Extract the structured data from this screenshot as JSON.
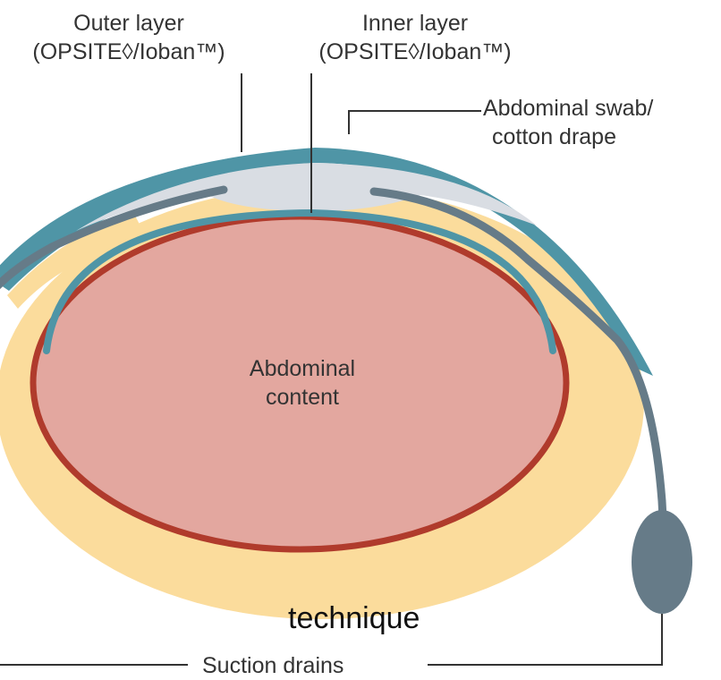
{
  "labels": {
    "outer_layer_line1": "Outer layer",
    "outer_layer_line2": "(OPSITE◊/Ioban™)",
    "inner_layer_line1": "Inner layer",
    "inner_layer_line2": "(OPSITE◊/Ioban™)",
    "swab_line1": "Abdominal swab/",
    "swab_line2": "cotton drape",
    "content_line1": "Abdominal",
    "content_line2": "content",
    "suction_drains": "Suction drains"
  },
  "overlay_text": "technique",
  "colors": {
    "fat": "#fbdc9c",
    "content": "#e3a79f",
    "peritoneum": "#b03b2c",
    "film": "#4f95a6",
    "drape": "#d9dde3",
    "drain": "#667b88",
    "leader": "#333333"
  }
}
